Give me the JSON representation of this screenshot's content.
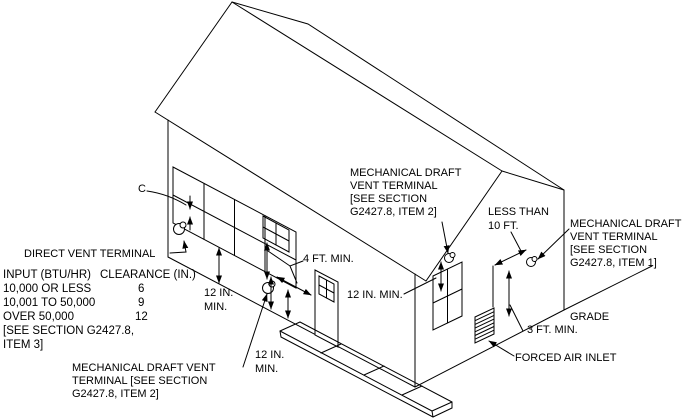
{
  "figure": {
    "labels": {
      "clearance_c": "C",
      "direct_vent_terminal": "DIRECT VENT TERMINAL",
      "dim_12in_a1": "12 IN.",
      "dim_12in_a2": "MIN.",
      "dim_12in_b1": "12 IN.",
      "dim_12in_b2": "MIN.",
      "dim_12in_c": "12 IN. MIN.",
      "dim_4ft": "4 FT. MIN.",
      "dim_less_than_1": "LESS THAN",
      "dim_less_than_2": "10 FT.",
      "dim_3ft": "3 FT. MIN.",
      "grade": "GRADE",
      "forced_air_inlet": "FORCED AIR INLET",
      "mdvt_top": [
        "MECHANICAL DRAFT",
        "VENT TERMINAL",
        "[SEE SECTION",
        "G2427.8, ITEM 2]"
      ],
      "mdvt_right": [
        "MECHANICAL DRAFT",
        "VENT TERMINAL",
        "[SEE SECTION",
        "G2427.8, ITEM 1]"
      ],
      "mdvt_bottom": [
        "MECHANICAL DRAFT VENT",
        "TERMINAL [SEE SECTION",
        "G2427.8, ITEM 2]"
      ]
    },
    "clearance_table": {
      "headers": [
        "INPUT (BTU/HR)",
        "CLEARANCE (IN.)"
      ],
      "rows": [
        {
          "input": "10,000 OR LESS",
          "clearance": "6"
        },
        {
          "input": "10,001 TO 50,000",
          "clearance": "9"
        },
        {
          "input": "OVER 50,000",
          "clearance": "12"
        }
      ],
      "note": [
        "[SEE SECTION G2427.8,",
        "ITEM 3]"
      ]
    },
    "colors": {
      "line": "#000000",
      "background": "#ffffff"
    }
  }
}
